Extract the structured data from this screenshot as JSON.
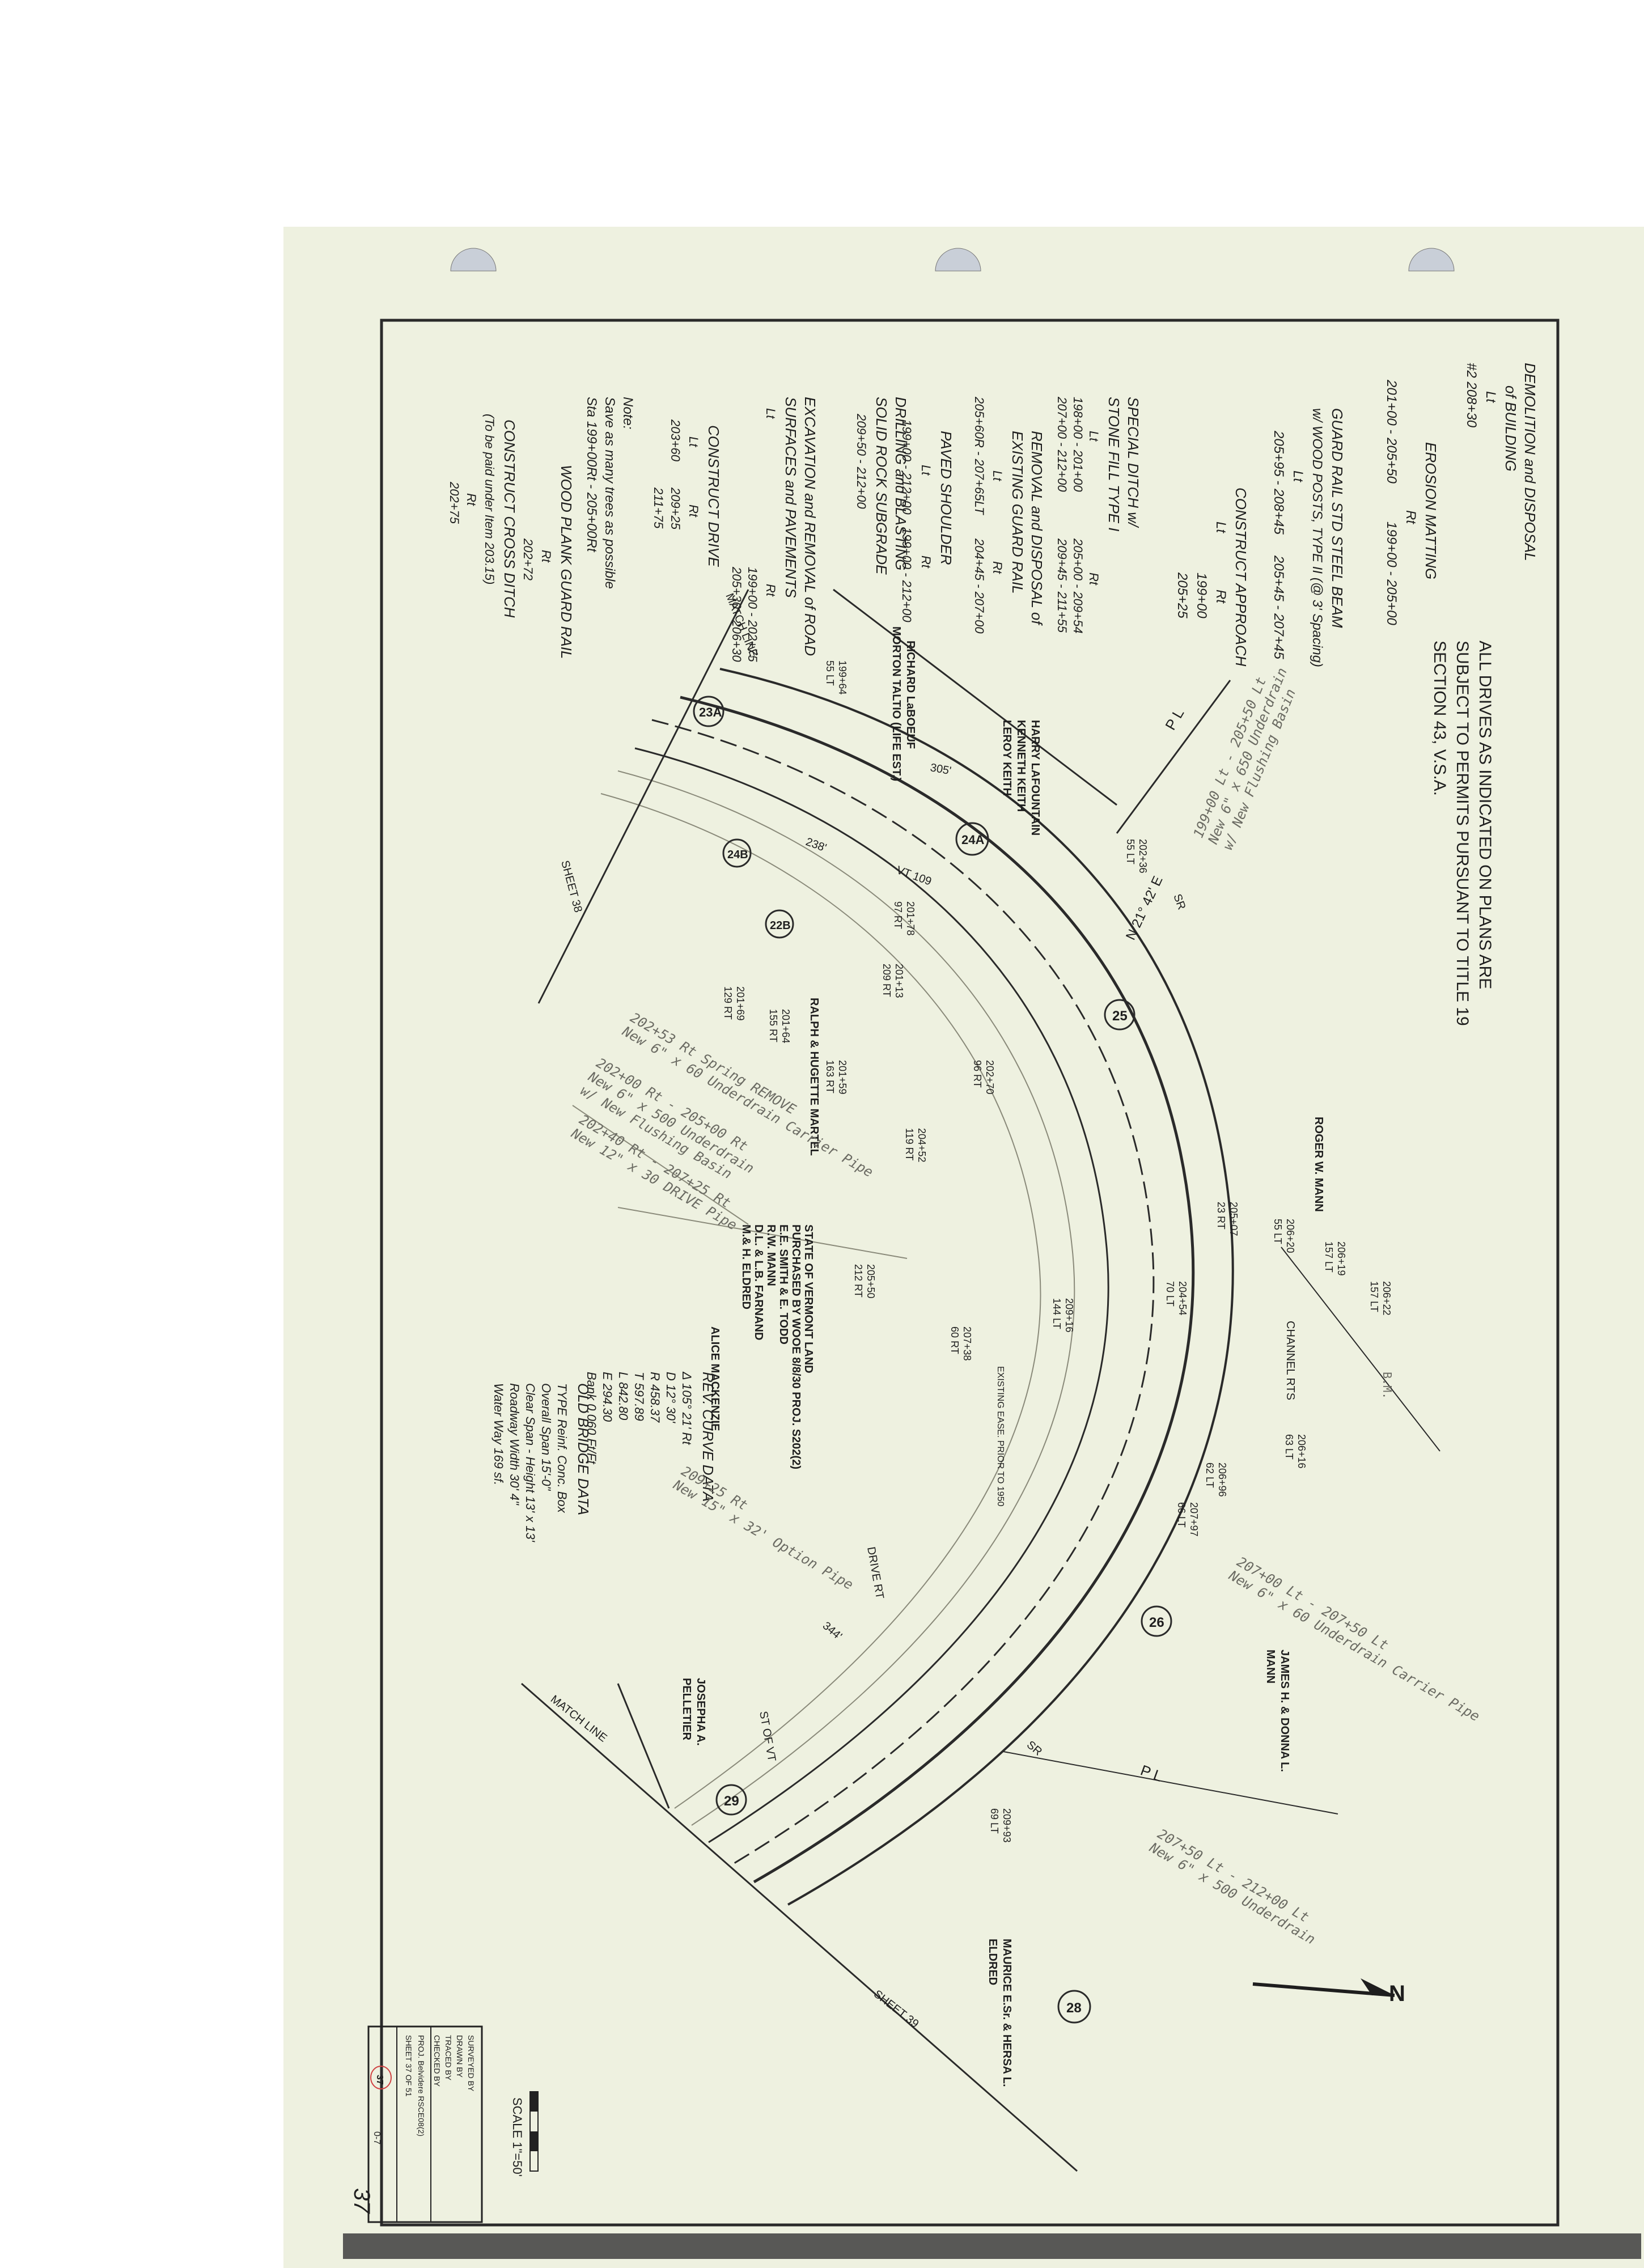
{
  "header": {
    "drives_note": [
      "ALL DRIVES AS INDICATED ON PLANS ARE",
      "SUBJECT TO PERMITS PURSUANT TO TITLE 19",
      "SECTION 43, V.S.A."
    ]
  },
  "notes": {
    "demolition": [
      "DEMOLITION and DISPOSAL",
      "of BUILDING",
      "Lt",
      "#2 208+30"
    ],
    "erosion": [
      "EROSION MATTING",
      "Rt",
      "201+00 - 205+50",
      "199+00 - 205+00"
    ],
    "guard_rail": [
      "GUARD RAIL STD STEEL BEAM",
      "w/ WOOD POSTS, TYPE II (@ 3' Spacing)",
      "Lt",
      "205+95 - 208+45",
      "205+45 - 207+45"
    ],
    "approach": [
      "CONSTRUCT APPROACH",
      "Lt",
      "Rt",
      "199+00",
      "205+25"
    ],
    "special_ditch": [
      "SPECIAL DITCH w/",
      "STONE FILL TYPE I",
      "Lt",
      "Rt",
      "198+00 - 201+00",
      "207+00 - 212+00",
      "205+00 - 209+54",
      "209+45 - 211+55"
    ],
    "removal_guard_rail": [
      "REMOVAL and DISPOSAL of",
      "EXISTING GUARD RAIL",
      "Lt",
      "Rt",
      "205+60R - 207+65LT",
      "204+45 - 207+00"
    ],
    "paved_shoulder": [
      "PAVED SHOULDER",
      "Lt",
      "Rt",
      "199+00 - 212+00",
      "199+00 - 212+00"
    ],
    "drilling": [
      "DRILLING and BLASTING",
      "SOLID ROCK SUBGRADE",
      "209+50 - 212+00"
    ],
    "excavation": [
      "EXCAVATION and REMOVAL of ROAD",
      "SURFACES and PAVEMENTS",
      "Lt",
      "Rt",
      "199+00 - 202+75",
      "205+30 - 206+30"
    ],
    "construct_drive": [
      "CONSTRUCT DRIVE",
      "Lt",
      "Rt",
      "203+60",
      "209+25",
      "211+75"
    ],
    "save_trees": [
      "Note:",
      "Save as many trees as possible",
      "Sta 199+00Rt - 205+00Rt"
    ],
    "wood_plank": [
      "WOOD PLANK GUARD RAIL",
      "Rt",
      "202+72"
    ],
    "cross_ditch": [
      "CONSTRUCT CROSS DITCH",
      "(To be paid under Item 203.15)",
      "Rt",
      "202+75"
    ]
  },
  "curve_data": {
    "title": "REV. CURVE DATA",
    "rows": [
      "Δ 105° 21' Rt",
      "D 12° 30'",
      "R 458.37",
      "T 597.89",
      "L 842.80",
      "E 294.30",
      "Bank 0.060 Ft/Ft"
    ]
  },
  "bridge_data": {
    "title": "OLD BRIDGE DATA",
    "rows": [
      "TYPE Reinf. Conc. Box",
      "Overall Span 15'-0\"",
      "Clear Span - Height 13' x 13'",
      "Roadway Width 30' 4\"",
      "Water Way 169 sf."
    ]
  },
  "owners": [
    "ROGER W. MANN",
    "HARRY LAFOUNTAIN",
    "KENNETH KEITH",
    "LEROY KEITH",
    "RICHARD LaBOEUF",
    "MORTON TALTIO (LIFE EST.)",
    "RALPH & HUGETTE MARTEL",
    "STATE OF VERMONT LAND",
    "PURCHASED BY WOOE 8/8/30 PROJ. S202(2)",
    "E.E. SMITH & E. TODD",
    "R.W. MANN",
    "D.L. & L.B. FARNAND",
    "M.& H. ELDRED",
    "ALICE MACKENZIE",
    "JAMES H. & DONNA L.",
    "MANN",
    "JOSEPHA A.",
    "PELLETIER",
    "MAURICE E.Sr. & HERSA L.",
    "ELDRED"
  ],
  "parcels": [
    "23A",
    "24A",
    "24B",
    "22B",
    "25",
    "26",
    "28",
    "29"
  ],
  "stations": [
    "199+64",
    "55 LT",
    "202+36",
    "55 LT",
    "201+78",
    "97 RT",
    "201+13",
    "209 RT",
    "201+69",
    "129 RT",
    "201+64",
    "155 RT",
    "201+59",
    "163 RT",
    "204+52",
    "119 RT",
    "202+70",
    "96 RT",
    "205+07",
    "23 RT",
    "206+20",
    "55 LT",
    "206+19",
    "157 LT",
    "206+22",
    "157 LT",
    "204+54",
    "70 LT",
    "205+50",
    "212 RT",
    "207+38",
    "60 RT",
    "206+96",
    "62 LT",
    "206+16",
    "63 LT",
    "207+97",
    "66 LT",
    "209+93",
    "69 LT",
    "209+16",
    "144 LT"
  ],
  "underdrains": [
    "199+00 Lt - 205+50 Lt",
    "New 6\" x 650 Underdrain",
    "w/ New Flushing Basin",
    "202+53 Rt Spring REMOVE",
    "New 6\" x 60 Underdrain Carrier Pipe",
    "202+00 Rt - 205+00 Rt",
    "New 6\" x 500 Underdrain",
    "w/ New Flushing Basin",
    "202+40 Rt - 207+25 Rt",
    "New 12\" x 30 DRIVE Pipe",
    "207+00 Lt - 207+50 Lt",
    "New 6\" x 60 Underdrain Carrier Pipe",
    "207+50 Lt - 212+00 Lt",
    "New 6\" x 500 Underdrain",
    "209+25 Rt",
    "New 15\" x 32' Option Pipe"
  ],
  "labels": {
    "match_line_1": "MATCH LINE",
    "match_line_2": "MATCH LINE",
    "sheet_38": "SHEET 38",
    "sheet_39": "SHEET 39",
    "drive_rt": "DRIVE RT",
    "st_of_vt": "ST OF VT",
    "channel_rts": "CHANNEL RTS",
    "existing_ease": "EXISTING EASE. PRIOR TO 1950",
    "dim_305": "305'",
    "dim_344": "344'",
    "bearing": "N 21° 42' E",
    "vt": "VT 109",
    "route_238": "238'",
    "sr": "SR",
    "pl": "P L",
    "bm": "B.M."
  },
  "title_block": {
    "scale": "SCALE 1\"=50'",
    "surveyed": "SURVEYED BY",
    "drawn": "DRAWN BY",
    "traced": "TRACED BY",
    "checked": "CHECKED BY",
    "proj": "PROJ. Belvidere RSCE08(2)",
    "sheet": "SHEET 37 OF 51",
    "sheet_num": "37",
    "code": "0-7",
    "page": "37"
  }
}
